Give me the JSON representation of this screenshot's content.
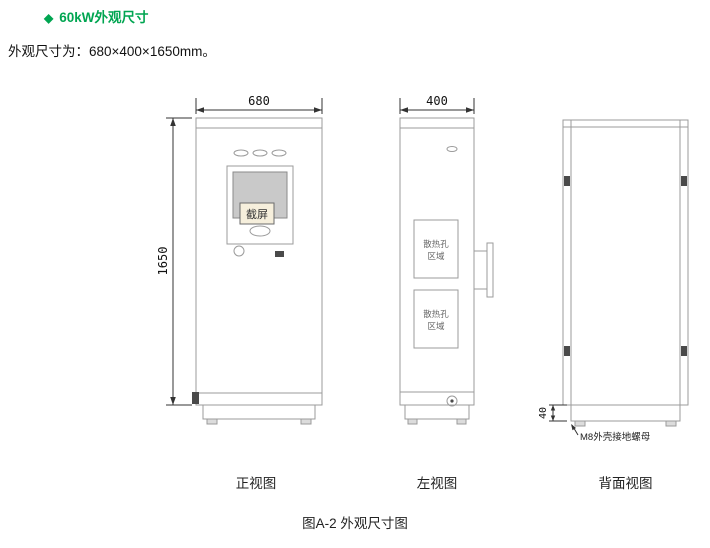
{
  "heading": {
    "bullet": "◆",
    "title": "60kW外观尺寸"
  },
  "intro": "外观尺寸为：680×400×1650mm。",
  "views": {
    "front": {
      "label": "正视图",
      "dim_width": "680",
      "dim_height": "1650",
      "screen_watermark": "截屏"
    },
    "left": {
      "label": "左视图",
      "dim_width": "400",
      "vent_area_line1": "散热孔",
      "vent_area_line2": "区域"
    },
    "back": {
      "label": "背面视图",
      "dim_base_height": "40",
      "ground_nut_label": "M8外壳接地螺母"
    }
  },
  "caption": "图A-2 外观尺寸图",
  "colors": {
    "accent_green": "#00A551",
    "outline_gray": "#9b9b9b",
    "dimension": "#222222"
  }
}
